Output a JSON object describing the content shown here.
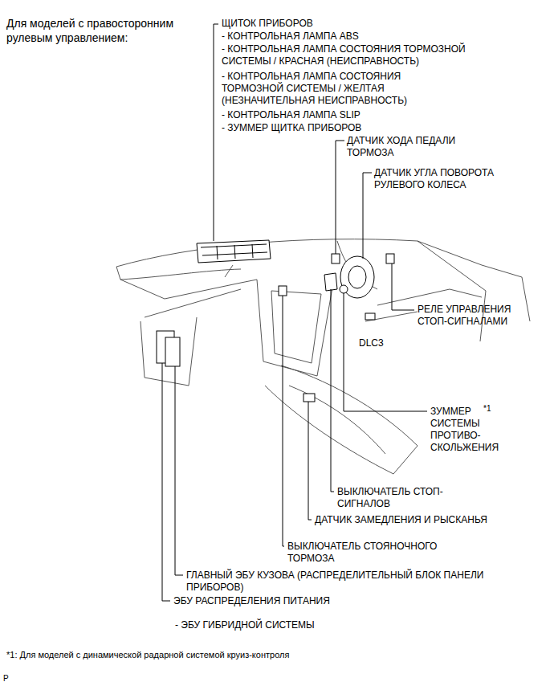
{
  "diagram": {
    "title": "Для моделей с правосторонним рулевым управлением:",
    "caption": "*1: Для моделей с динамической радарной системой круиз-контроля",
    "labels": [
      "ЩИТОК ПРИБОРОВ",
      "- КОНТРОЛЬНАЯ ЛАМПА ABS",
      "- КОНТРОЛЬНАЯ ЛАМПА СОСТОЯНИЯ ТОРМОЗНОЙ СИСТЕМЫ / КРАСНАЯ (НЕИСПРАВНОСТЬ)",
      "- КОНТРОЛЬНАЯ ЛАМПА СОСТОЯНИЯ ТОРМОЗНОЙ СИСТЕМЫ / ЖЕЛТАЯ (НЕЗНАЧИТЕЛЬНАЯ НЕИСПРАВНОСТЬ)",
      "- КОНТРОЛЬНАЯ ЛАМПА SLIP",
      "- ЗУММЕР ЩИТКА ПРИБОРОВ",
      "ДАТЧИК ХОДА ПЕДАЛИ ТОРМОЗА",
      "ДАТЧИК УГЛА ПОВОРОТА РУЛЕВОГО КОЛЕСА",
      "РЕЛЕ УПРАВЛЕНИЯ СТОП-СИГНАЛАМИ",
      "DLC3",
      "ЗУММЕР",
      "*1",
      "СИСТЕМЫ ПРОТИВО- СКОЛЬЖЕНИЯ",
      "ВЫКЛЮЧАТЕЛЬ СТОП-СИГНАЛОВ",
      "ДАТЧИК ЗАМЕДЛЕНИЯ И РЫСКАНЬЯ",
      "ВЫКЛЮЧАТЕЛЬ СТОЯНОЧНОГО ТОРМОЗА",
      "ГЛАВНЫЙ ЭБУ КУЗОВА (РАСПРЕДЕЛИТЕЛЬНЫЙ БЛОК ПАНЕЛИ ПРИБОРОВ)",
      "ЭБУ РАСПРЕДЕЛЕНИЯ ПИТАНИЯ",
      "- ЭБУ ГИБРИДНОЙ СИСТЕМЫ",
      "P"
    ]
  }
}
